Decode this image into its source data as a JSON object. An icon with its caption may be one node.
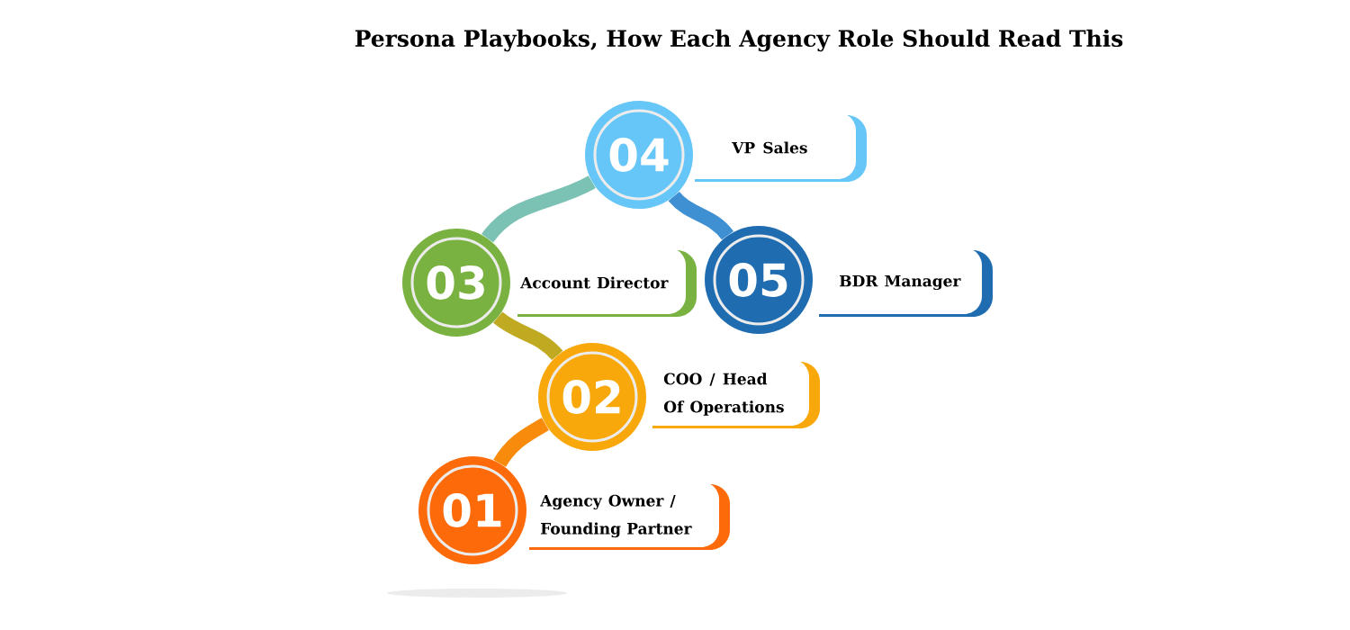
{
  "diagram": {
    "title": "Persona Playbooks, How Each Agency Role Should Read This",
    "nodes": [
      {
        "text": [
          "01"
        ]
      },
      {
        "text": [
          "Agency Owner / Founding Partner"
        ]
      },
      {
        "text": [
          "02"
        ]
      },
      {
        "text": [
          "COO / Head Of Operations"
        ]
      },
      {
        "text": [
          "03"
        ]
      },
      {
        "text": [
          "Account Director"
        ]
      },
      {
        "text": [
          "04"
        ]
      },
      {
        "text": [
          "VP Sales"
        ]
      },
      {
        "text": [
          "05"
        ]
      },
      {
        "text": [
          "BDR Manager"
        ]
      }
    ],
    "edges": [
      {
        "from": 0,
        "to": 2,
        "arrow": "none",
        "color": "#f88a0c"
      },
      {
        "from": 2,
        "to": 4,
        "arrow": "none",
        "color": "#c0aa22"
      },
      {
        "from": 4,
        "to": 6,
        "arrow": "none",
        "color": "#7cc2b4"
      },
      {
        "from": 6,
        "to": 8,
        "arrow": "none",
        "color": "#3f90d2"
      }
    ]
  }
}
